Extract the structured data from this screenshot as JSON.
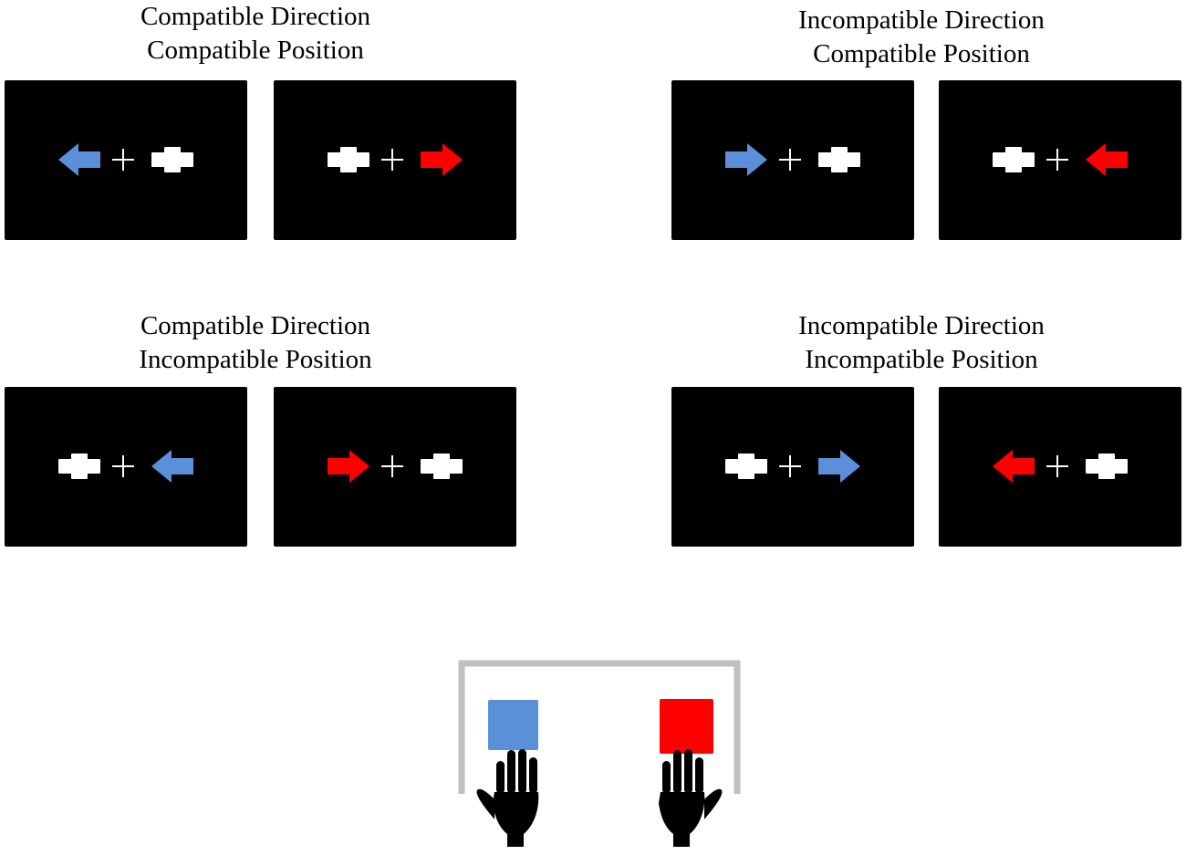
{
  "conditions": [
    {
      "id": "cd-cp",
      "title_line1": "Compatible Direction",
      "title_line2": "Compatible Position",
      "panels": [
        {
          "stimulus_side": "left",
          "stimulus_color": "blue",
          "arrow_direction": "left"
        },
        {
          "stimulus_side": "right",
          "stimulus_color": "red",
          "arrow_direction": "right"
        }
      ]
    },
    {
      "id": "id-cp",
      "title_line1": "Incompatible Direction",
      "title_line2": "Compatible Position",
      "panels": [
        {
          "stimulus_side": "left",
          "stimulus_color": "blue",
          "arrow_direction": "right"
        },
        {
          "stimulus_side": "right",
          "stimulus_color": "red",
          "arrow_direction": "left"
        }
      ]
    },
    {
      "id": "cd-ip",
      "title_line1": "Compatible Direction",
      "title_line2": "Incompatible Position",
      "panels": [
        {
          "stimulus_side": "right",
          "stimulus_color": "blue",
          "arrow_direction": "left"
        },
        {
          "stimulus_side": "left",
          "stimulus_color": "red",
          "arrow_direction": "right"
        }
      ]
    },
    {
      "id": "id-ip",
      "title_line1": "Incompatible Direction",
      "title_line2": "Incompatible Position",
      "panels": [
        {
          "stimulus_side": "right",
          "stimulus_color": "blue",
          "arrow_direction": "right"
        },
        {
          "stimulus_side": "left",
          "stimulus_color": "red",
          "arrow_direction": "left"
        }
      ]
    }
  ],
  "response_box": {
    "left_key_color": "blue",
    "right_key_color": "red"
  },
  "colors": {
    "blue": "#5b8fd8",
    "red": "#ff0000",
    "white": "#ffffff",
    "screen": "#000000",
    "frame": "#c0c0c0",
    "hand": "#000000"
  }
}
